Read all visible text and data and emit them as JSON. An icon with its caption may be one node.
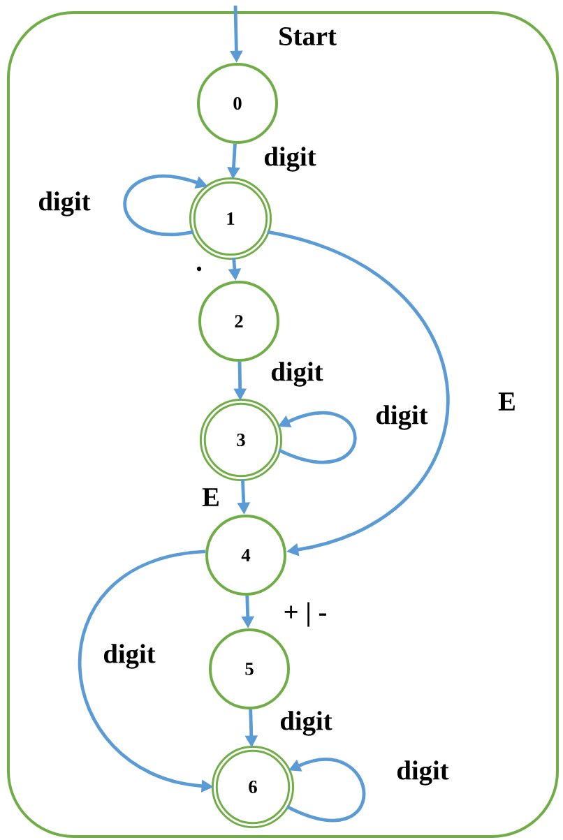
{
  "diagram": {
    "nodes": [
      {
        "text": [
          "0"
        ]
      },
      {
        "text": [
          "1"
        ]
      },
      {
        "text": [
          "2"
        ]
      },
      {
        "text": [
          "3"
        ]
      },
      {
        "text": [
          "4"
        ]
      },
      {
        "text": [
          "5"
        ]
      },
      {
        "text": [
          "6"
        ]
      }
    ],
    "edges": [
      {
        "from": null,
        "to": 0,
        "arrow": "to",
        "label": "Start"
      },
      {
        "from": 0,
        "to": 1,
        "arrow": "to",
        "label": "digit"
      },
      {
        "from": 1,
        "to": 1,
        "arrow": "to",
        "label": "digit"
      },
      {
        "from": 1,
        "to": 2,
        "arrow": "to",
        "label": "."
      },
      {
        "from": 1,
        "to": 4,
        "arrow": "to",
        "label": "E"
      },
      {
        "from": 2,
        "to": 3,
        "arrow": "to",
        "label": "digit"
      },
      {
        "from": 3,
        "to": 3,
        "arrow": "to",
        "label": "digit"
      },
      {
        "from": 3,
        "to": 4,
        "arrow": "to",
        "label": "E"
      },
      {
        "from": 4,
        "to": 5,
        "arrow": "to",
        "label": "+ | -"
      },
      {
        "from": 4,
        "to": 6,
        "arrow": "to",
        "label": "digit"
      },
      {
        "from": 5,
        "to": 6,
        "arrow": "to",
        "label": "digit"
      },
      {
        "from": 6,
        "to": 6,
        "arrow": "to",
        "label": "digit"
      }
    ]
  }
}
